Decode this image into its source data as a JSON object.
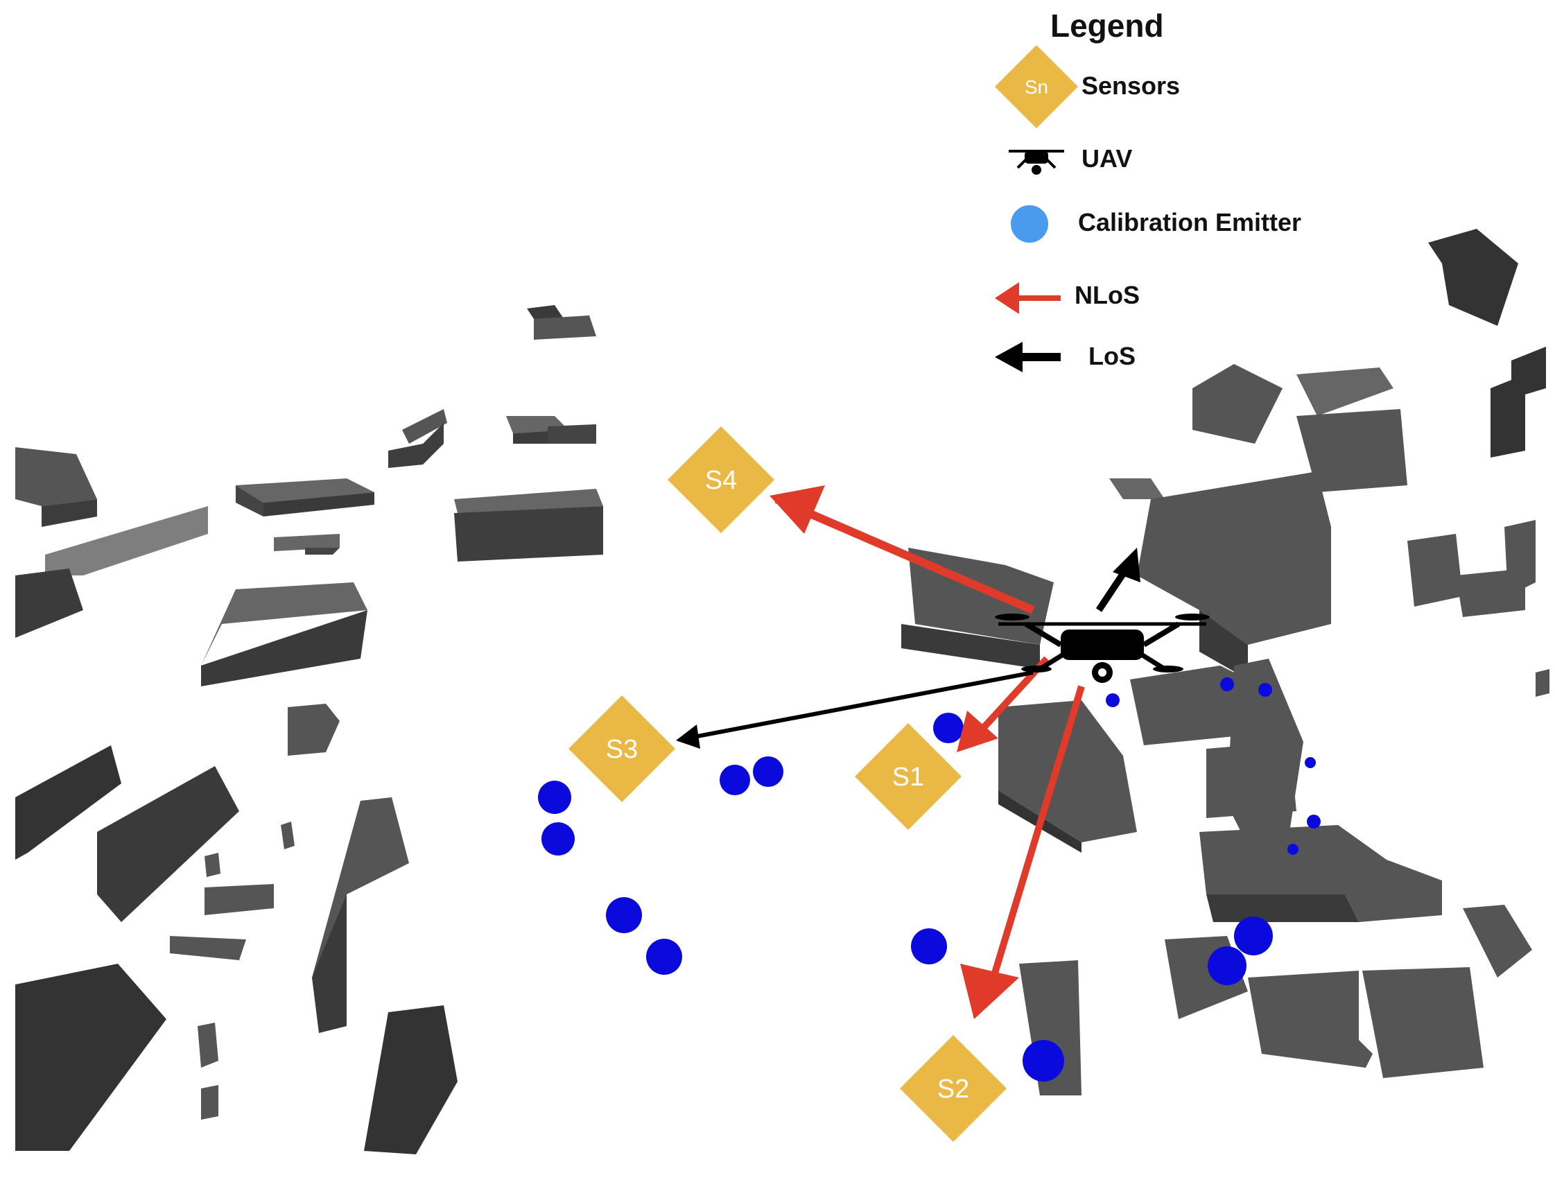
{
  "legend": {
    "title": "Legend",
    "items": [
      {
        "label": "Sensors",
        "symbol_text": "Sn",
        "icon": "diamond-icon",
        "color": "#EAB845"
      },
      {
        "label": "UAV",
        "icon": "drone-icon",
        "color": "#000000"
      },
      {
        "label": "Calibration Emitter",
        "icon": "circle-icon",
        "color": "#4A9BF0"
      },
      {
        "label": "NLoS",
        "icon": "red-arrow-icon",
        "color": "#E03A2A"
      },
      {
        "label": "LoS",
        "icon": "black-arrow-icon",
        "color": "#000000"
      }
    ]
  },
  "sensors": [
    {
      "label": "S1"
    },
    {
      "label": "S2"
    },
    {
      "label": "S3"
    },
    {
      "label": "S4"
    }
  ],
  "colors": {
    "sensor": "#EAB845",
    "nlos": "#E03A2A",
    "los": "#000000",
    "emitter_scene": "#0A0ADC",
    "building": "#555555",
    "building_shadow": "#D6D6D6"
  }
}
